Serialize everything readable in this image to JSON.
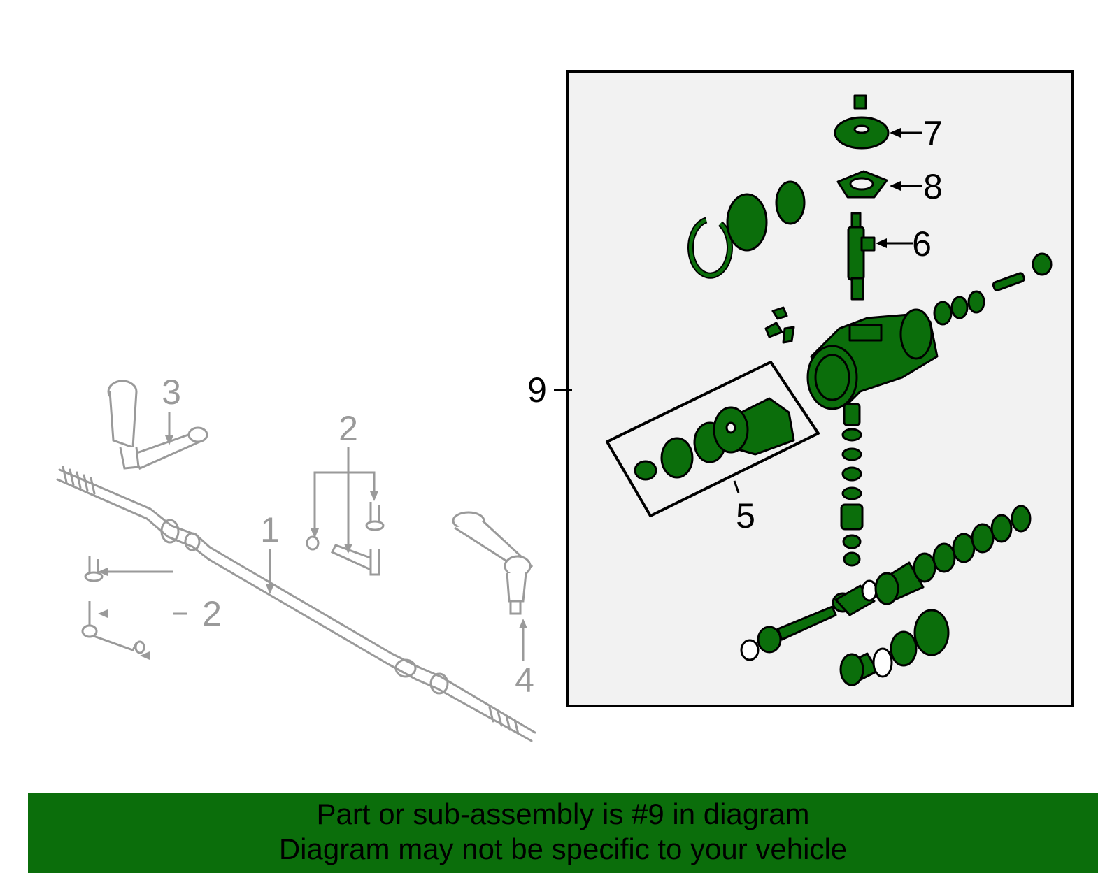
{
  "callouts": {
    "c1": "1",
    "c2a": "2",
    "c2b": "2",
    "c3": "3",
    "c4": "4",
    "c5": "5",
    "c6": "6",
    "c7": "7",
    "c8": "8",
    "c9": "9"
  },
  "banner": {
    "line1": "Part or sub-assembly is #9 in diagram",
    "line2": "Diagram may not be specific to your vehicle"
  },
  "colors": {
    "highlight_green": "#0b6e0b",
    "banner_green": "#0b6e0b",
    "inset_background": "#f2f2f2",
    "gray_parts": "#9a9a9a"
  }
}
